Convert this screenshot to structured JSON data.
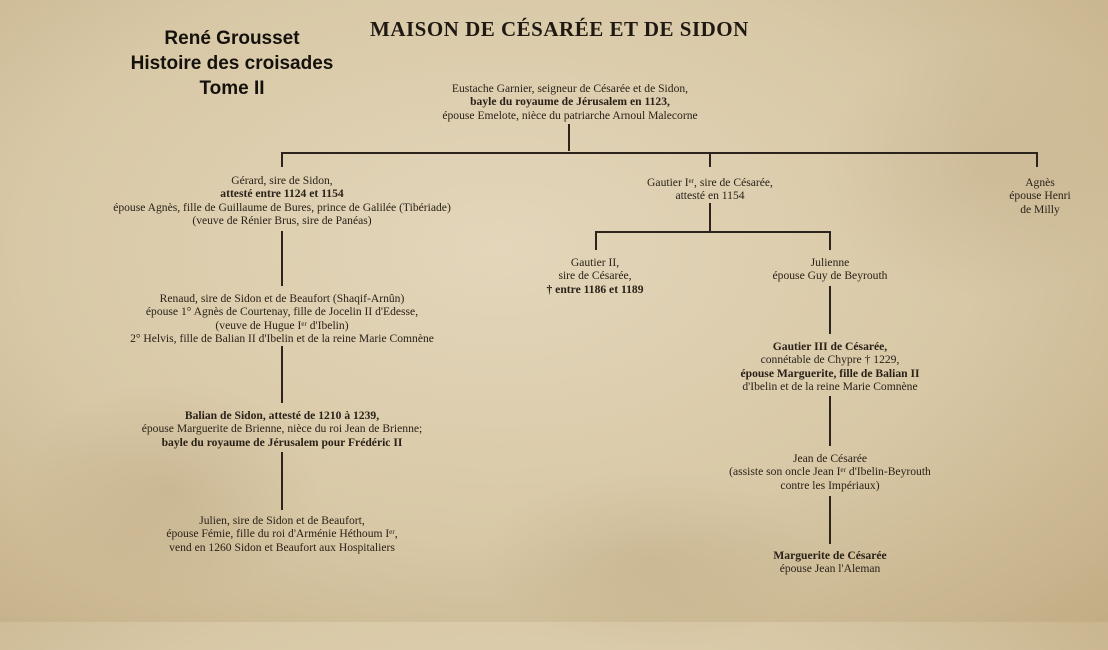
{
  "header": {
    "author": "René Grousset",
    "work": "Histoire des croisades",
    "volume": "Tome II"
  },
  "title": "MAISON DE CÉSARÉE ET DE SIDON",
  "nodes": {
    "eustache": {
      "lines": [
        "Eustache Garnier, seigneur de Césarée et de Sidon,",
        "bayle du royaume de Jérusalem en 1123,",
        "épouse Emelote, nièce du patriarche Arnoul Malecorne"
      ]
    },
    "gerard": {
      "lines": [
        "Gérard, sire de Sidon,",
        "attesté entre 1124 et 1154",
        "épouse Agnès, fille de Guillaume de Bures, prince de Galilée (Tibériade)",
        "(veuve de Rénier Brus, sire de Panéas)"
      ]
    },
    "gautier1": {
      "lines": [
        "Gautier Iᵉʳ, sire de Césarée,",
        "attesté en 1154"
      ]
    },
    "agnes": {
      "lines": [
        "Agnès",
        "épouse Henri",
        "de Milly"
      ]
    },
    "gautier2": {
      "lines": [
        "Gautier II,",
        "sire de Césarée,",
        "† entre 1186 et 1189"
      ]
    },
    "julienne": {
      "lines": [
        "Julienne",
        "épouse Guy de Beyrouth"
      ]
    },
    "renaud": {
      "lines": [
        "Renaud, sire de Sidon et de Beaufort (Shaqif-Arnûn)",
        "épouse 1° Agnès de Courtenay, fille de Jocelin II d'Edesse,",
        "(veuve de Hugue Iᵉʳ d'Ibelin)",
        "2° Helvis, fille de Balian II d'Ibelin et de la reine Marie Comnène"
      ]
    },
    "gautier3": {
      "lines": [
        "Gautier III de Césarée,",
        "connétable de Chypre † 1229,",
        "épouse Marguerite, fille de Balian II",
        "d'Ibelin et de la reine Marie Comnène"
      ]
    },
    "balian": {
      "lines": [
        "Balian de Sidon, attesté de 1210 à 1239,",
        "épouse Marguerite de Brienne, nièce du roi Jean de Brienne;",
        "bayle du royaume de Jérusalem pour Frédéric II"
      ]
    },
    "jean": {
      "lines": [
        "Jean de Césarée",
        "(assiste son oncle Jean Iᵉʳ d'Ibelin-Beyrouth",
        "contre les Impériaux)"
      ]
    },
    "julien": {
      "lines": [
        "Julien, sire de Sidon et de Beaufort,",
        "épouse Fémie, fille du roi d'Arménie Héthoum Iᵉʳ,",
        "vend en 1260 Sidon et Beaufort aux Hospitaliers"
      ]
    },
    "marguerite": {
      "lines": [
        "Marguerite de Césarée",
        "épouse Jean l'Aleman"
      ]
    }
  }
}
